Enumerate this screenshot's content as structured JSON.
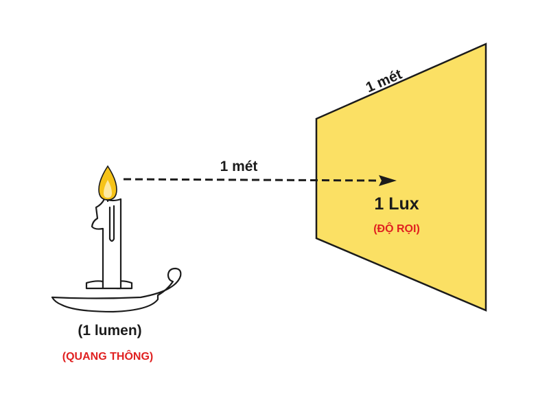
{
  "labels": {
    "surface_edge": "1 mét",
    "distance": "1 mét",
    "illuminance": "1 Lux",
    "illuminance_term": "(ĐỘ RỌI)",
    "source": "(1 lumen)",
    "source_term": "(QUANG THÔNG)"
  },
  "colors": {
    "surface_fill": "#fbe064",
    "flame_outer": "#f6c319",
    "flame_inner": "#fde9a2",
    "stroke": "#1b1b1b",
    "term_red": "#e02020"
  }
}
